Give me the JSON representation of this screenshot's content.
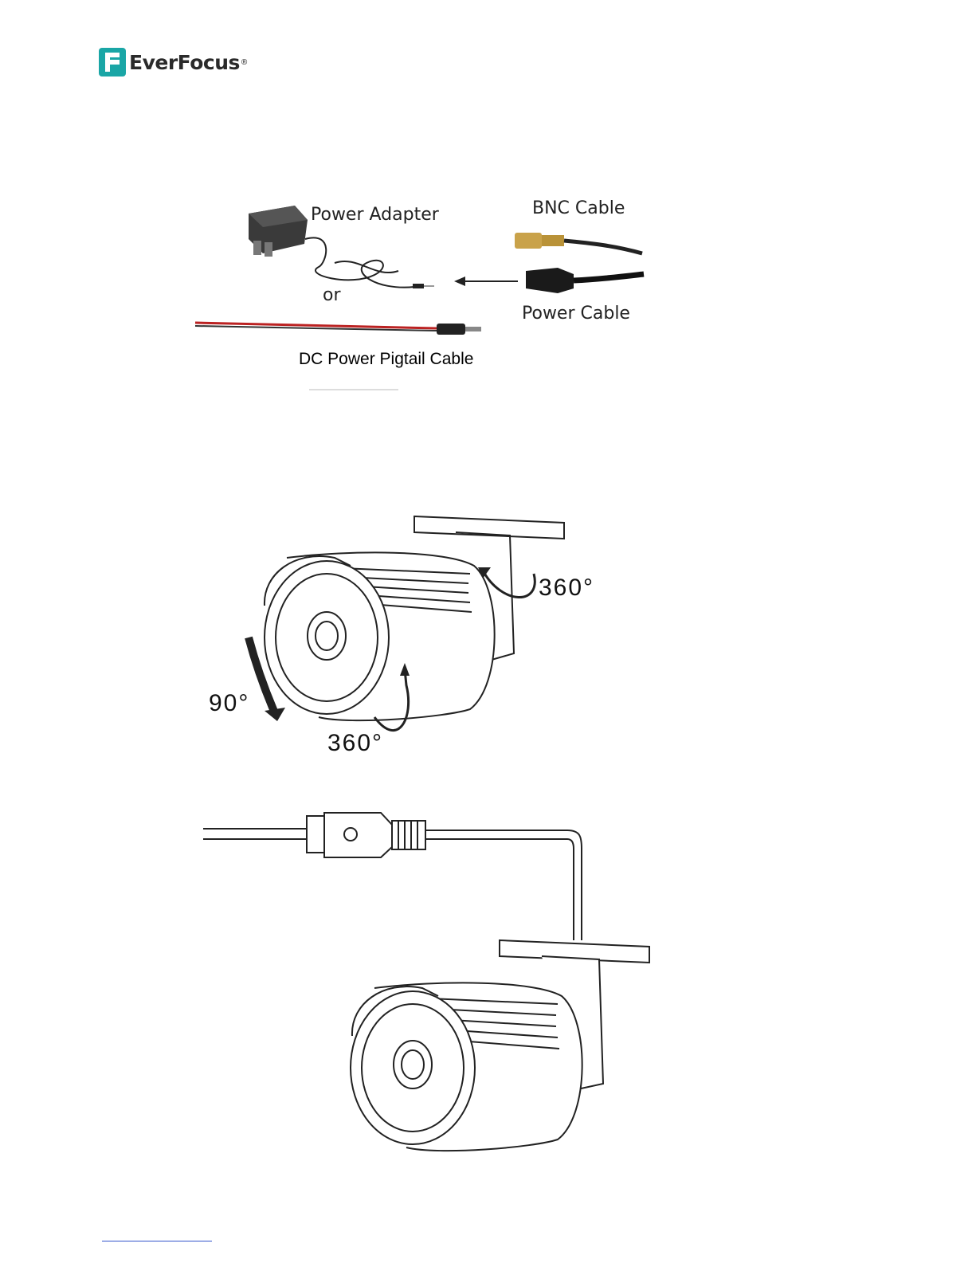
{
  "header": {
    "brand": "EverFocus",
    "registered": "®"
  },
  "figure1": {
    "power_adapter": "Power Adapter",
    "or": "or",
    "bnc_cable": "BNC Cable",
    "power_cable": "Power Cable",
    "dc_pigtail": "DC Power Pigtail Cable"
  },
  "figure2": {
    "rotation_bracket": "360°",
    "tilt": "90°",
    "rotation_body": "360°"
  }
}
